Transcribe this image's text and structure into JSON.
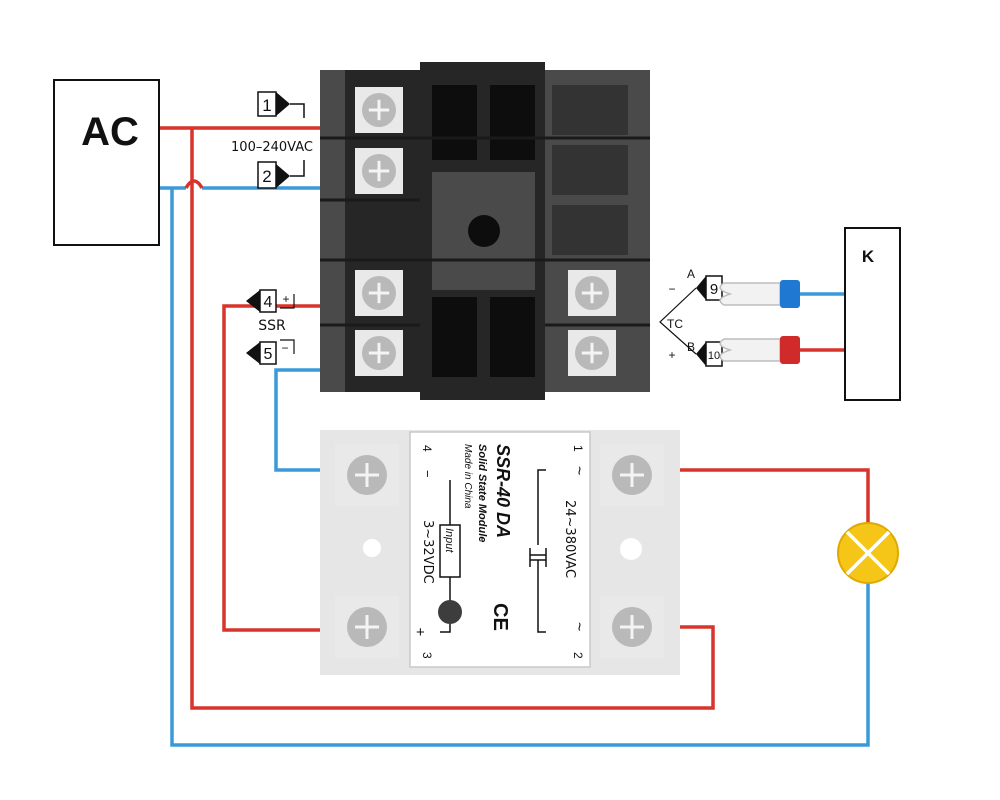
{
  "colors": {
    "live_wire": "#d9342b",
    "neutral_wire": "#3a9ad9",
    "controller_body": "#4a4a4a",
    "controller_dark": "#262626",
    "ssr_body": "#e6e6e6",
    "ssr_label": "#ffffff",
    "lamp": "#f5c518",
    "plug_blue": "#1f78d1",
    "plug_red": "#d02a2a"
  },
  "ac_source": {
    "label": "AC"
  },
  "thermocouple": {
    "label": "K",
    "tc_label": "TC",
    "lead_a": "A",
    "lead_b": "B",
    "minus": "−",
    "plus": "+"
  },
  "controller": {
    "terminals": {
      "t1": "1",
      "t2": "2",
      "t4": "4",
      "t5": "5",
      "t9": "9",
      "t10": "10"
    },
    "power_label": "100–240VAC",
    "ssr_label": "SSR",
    "plus": "+",
    "minus": "−"
  },
  "ssr": {
    "model": "SSR-40 DA",
    "subtitle": "Solid State Module",
    "origin": "Made in China",
    "ce_mark": "CE",
    "input_label": "Input",
    "input_range": "3~32VDC",
    "output_range": "24~380VAC",
    "pin1": "1",
    "pin2": "2",
    "pin3": "3",
    "pin4": "4",
    "tilde_top": "~",
    "tilde_bottom": "~",
    "minus": "−",
    "plus": "+"
  },
  "load": {
    "icon": "lamp-icon"
  }
}
